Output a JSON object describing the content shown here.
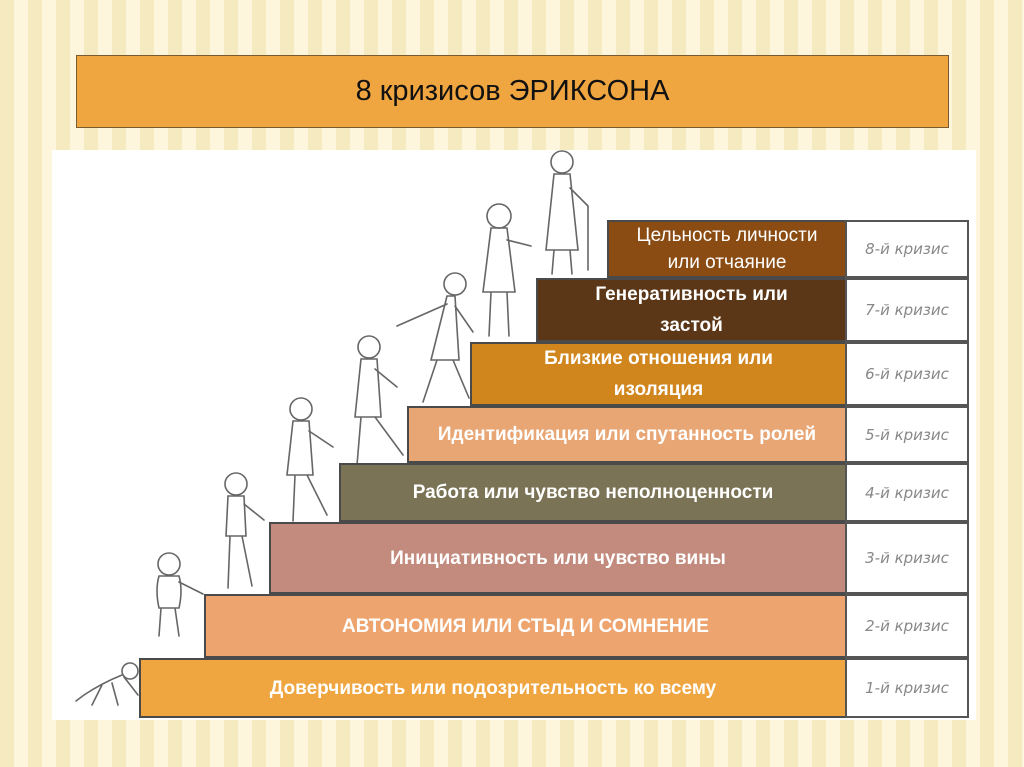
{
  "title": "8 кризисов ЭРИКСОНА",
  "steps": [
    {
      "label": "Доверчивость или подозрительность ко всему",
      "crisis": "1-й кризис",
      "color": "#efa540"
    },
    {
      "label": "АВТОНОМИЯ ИЛИ СТЫД И СОМНЕНИЕ",
      "crisis": "2-й кризис",
      "color": "#eda46e"
    },
    {
      "label": "Инициативность или чувство вины",
      "crisis": "3-й кризис",
      "color": "#c38b7d"
    },
    {
      "label": "Работа или чувство неполноценности",
      "crisis": "4-й кризис",
      "color": "#7b7355"
    },
    {
      "label": "Идентификация или спутанность ролей",
      "crisis": "5-й кризис",
      "color": "#e8a675"
    },
    {
      "label": "Близкие отношения или изоляция",
      "crisis": "6-й кризис",
      "color": "#d0861d"
    },
    {
      "label": "Генеративность или застой",
      "crisis": "7-й кризис",
      "color": "#5b3718"
    },
    {
      "label": "Цельность личности или отчаяние",
      "crisis": "8-й кризис",
      "color": "#8b4c14"
    }
  ]
}
